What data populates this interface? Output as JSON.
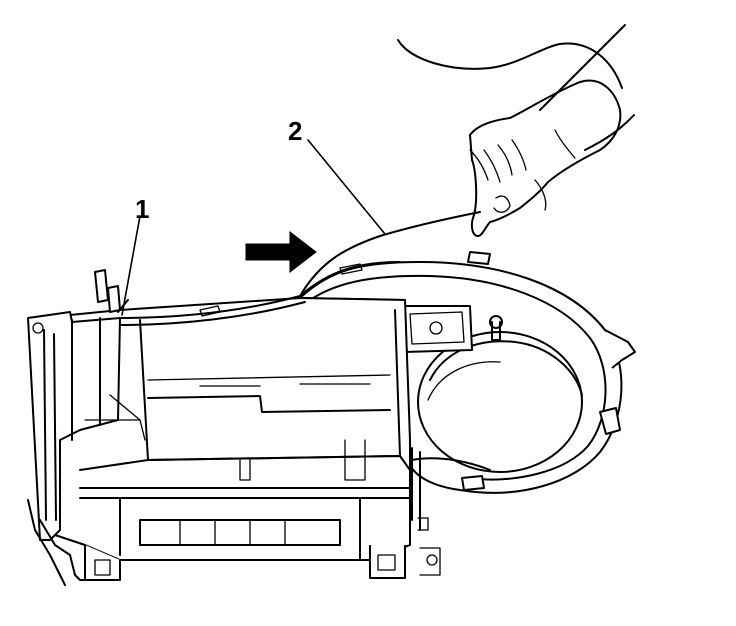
{
  "diagram": {
    "callouts": [
      {
        "id": "1",
        "text": "1"
      },
      {
        "id": "2",
        "text": "2"
      }
    ],
    "arrow": {
      "direction": "right",
      "color": "#000000"
    }
  }
}
